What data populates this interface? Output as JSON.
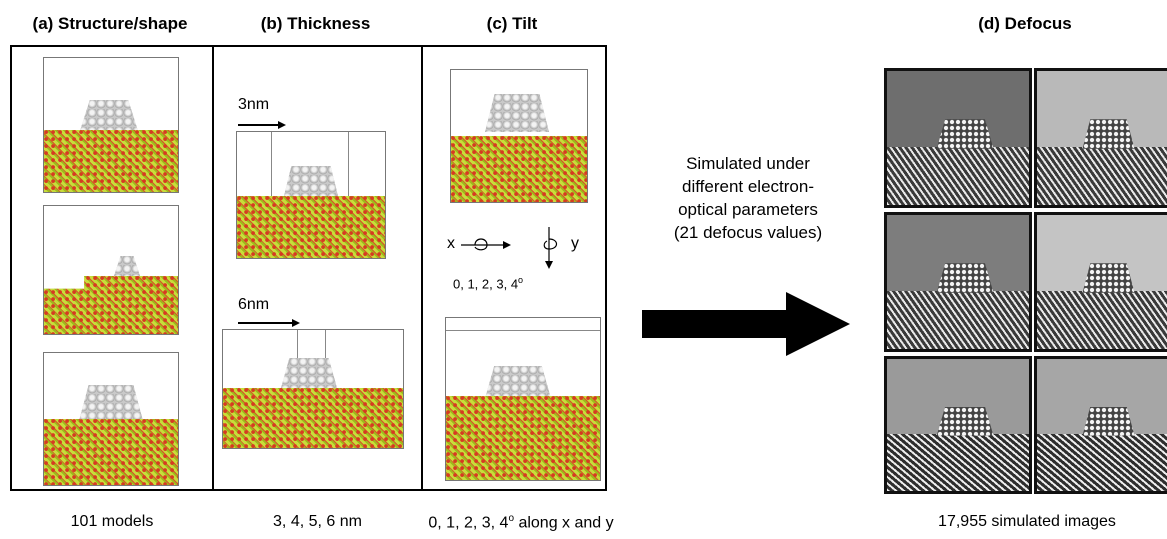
{
  "headers": {
    "a": "(a) Structure/shape",
    "b": "(b) Thickness",
    "c": "(c) Tilt",
    "d": "(d) Defocus"
  },
  "captions": {
    "a": "101 models",
    "b": "3, 4, 5, 6 nm",
    "c_main": "0, 1, 2, 3, 4",
    "c_sup": "o",
    "c_tail": " along x and y",
    "d": "17,955 simulated images"
  },
  "thickness": {
    "label_small": "3nm",
    "label_large": "6nm"
  },
  "tilt": {
    "axis_x": "x",
    "axis_y": "y",
    "angles_main": "0, 1, 2, 3, 4",
    "angles_sup": "o"
  },
  "simulation_text": {
    "lines": [
      "Simulated under",
      "different electron-",
      "optical parameters",
      "(21 defocus values)"
    ]
  },
  "colors": {
    "support": "#b5cf2a",
    "oxygen": "#d63a22",
    "nanoparticle": "#c9c9c9",
    "arrow": "#000000"
  }
}
